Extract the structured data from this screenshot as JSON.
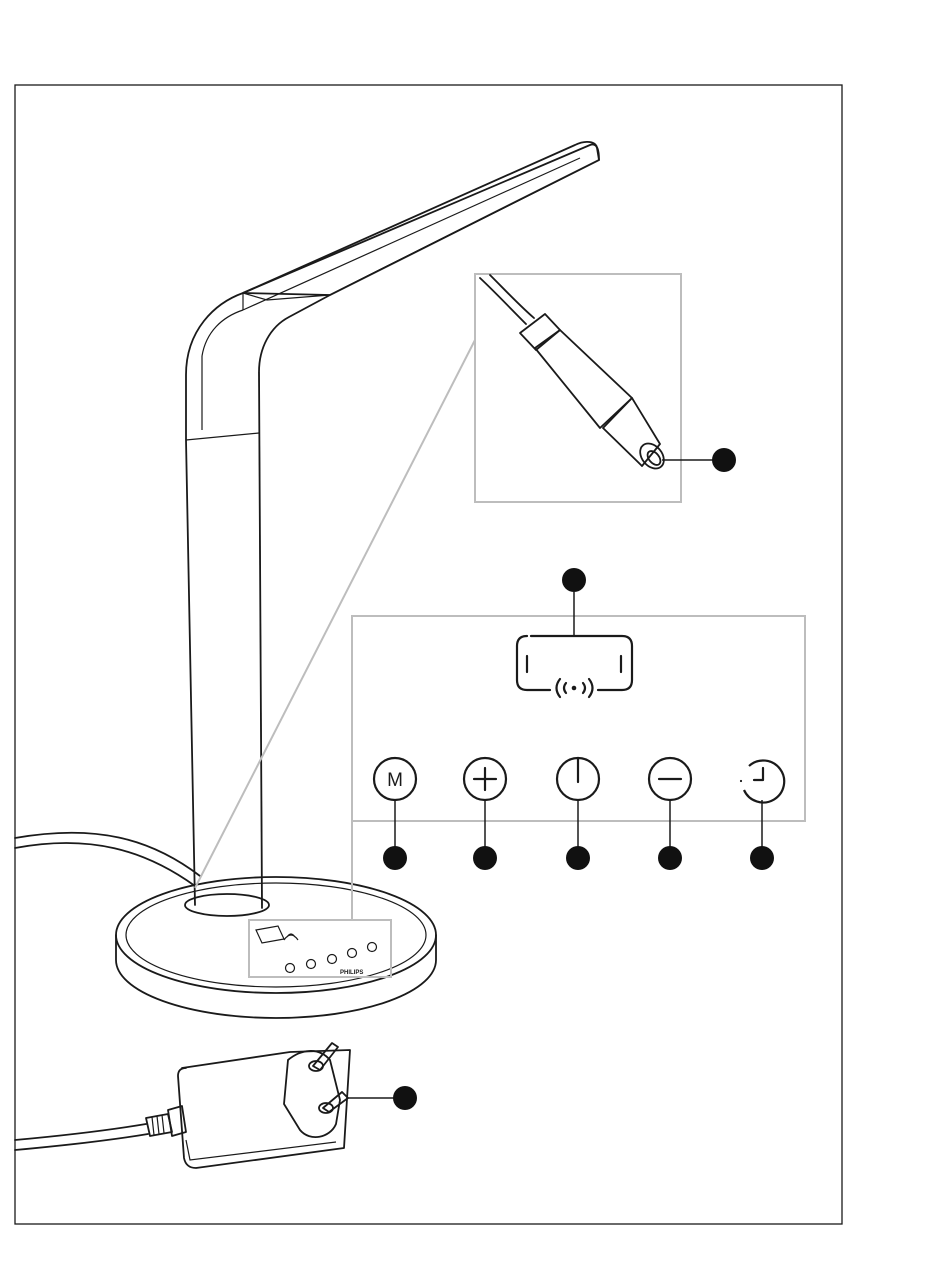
{
  "figure": {
    "button_labels": {
      "mode": "M"
    },
    "base_brand_text": "PHILIPS",
    "callout_markers": [
      "dc-plug-tip",
      "wireless-charging-pad",
      "mode-button",
      "brightness-up-button",
      "power-button",
      "brightness-down-button",
      "timer-button",
      "mains-plug-pins"
    ],
    "icons": [
      "desk-lamp",
      "dc-connector",
      "wireless-charging-icon",
      "plus-icon",
      "power-icon",
      "minus-icon",
      "timer-icon",
      "power-adapter"
    ]
  }
}
